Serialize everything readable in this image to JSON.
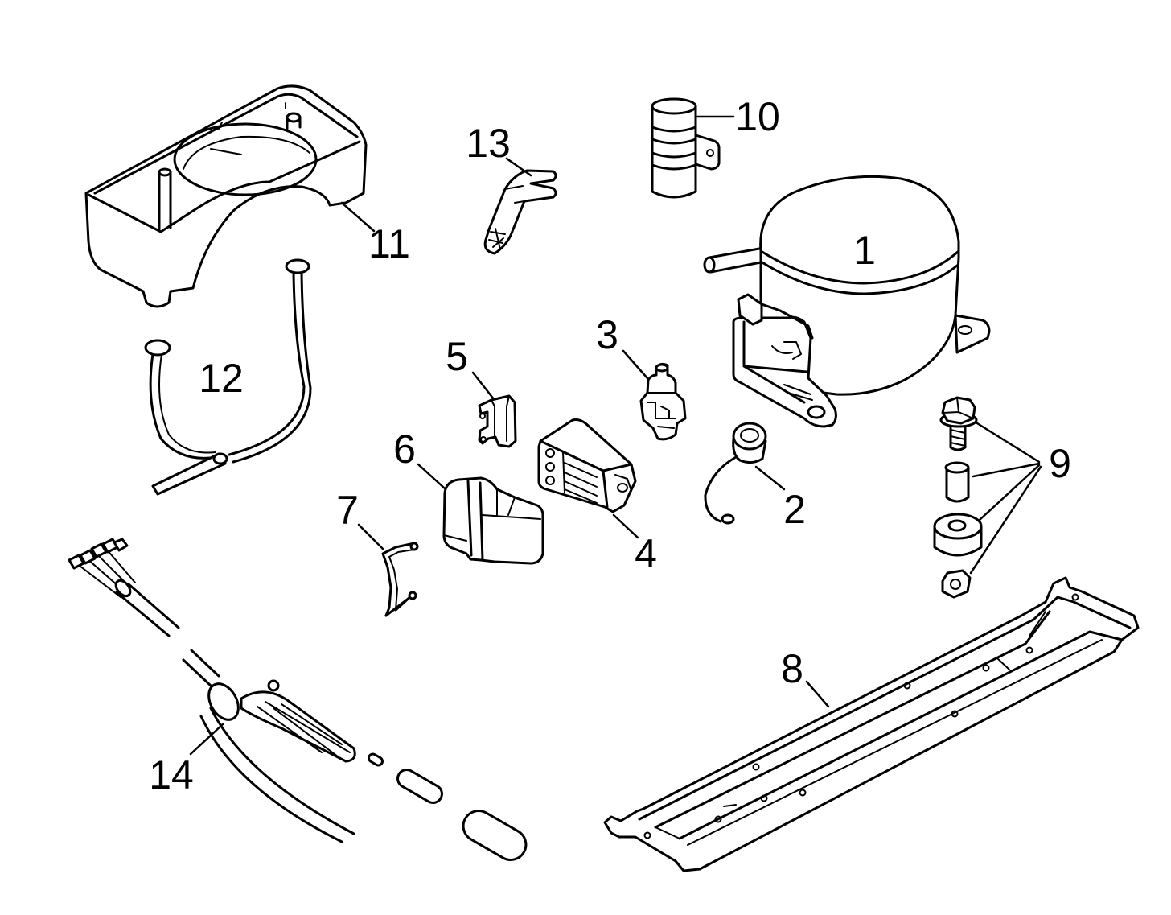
{
  "diagram": {
    "background": "#ffffff",
    "line_color": "#000000"
  },
  "callouts": [
    "1",
    "2",
    "3",
    "4",
    "5",
    "6",
    "7",
    "8",
    "9",
    "10",
    "11",
    "12",
    "13",
    "14"
  ]
}
